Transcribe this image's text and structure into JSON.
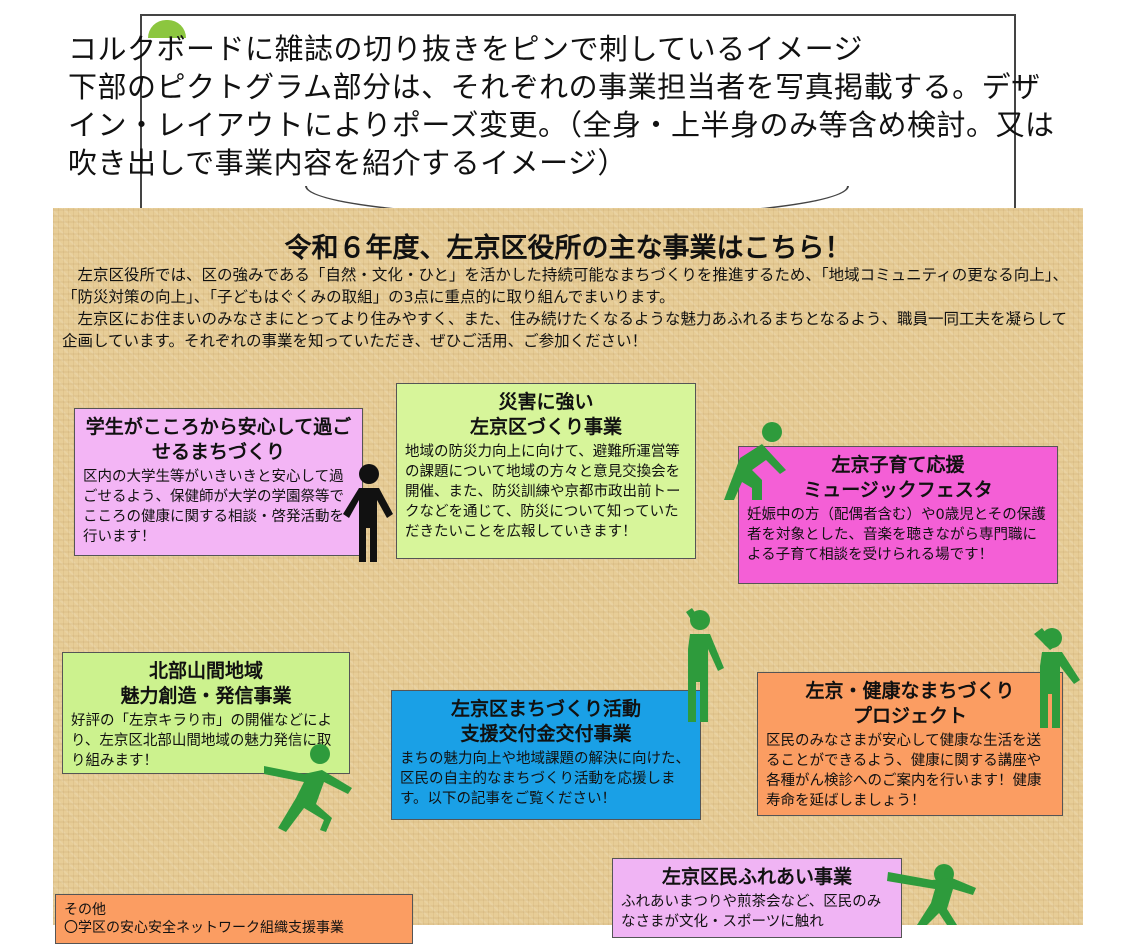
{
  "note": {
    "text": "コルクボードに雑誌の切り抜きをピンで刺しているイメージ\n下部のピクトグラム部分は、それぞれの事業担当者を写真掲載する。デザイン・レイアウトによりポーズ変更。（全身・上半身のみ等含め検討。又は吹き出しで事業内容を紹介するイメージ）"
  },
  "title": "令和６年度、左京区役所の主な事業はこちら！",
  "intro": {
    "p1": "左京区役所では、区の強みである「自然・文化・ひと」を活かした持続可能なまちづくりを推進するため、「地域コミュニティの更なる向上」、「防災対策の向上」、「子どもはぐくみの取組」の3点に重点的に取り組んでまいります。",
    "p2": "左京区にお住まいのみなさまにとってより住みやすく、また、住み続けたくなるような魅力あふれるまちとなるよう、職員一同工夫を凝らして企画しています。それぞれの事業を知っていただき、ぜひご活用、ご参加ください！"
  },
  "cards": {
    "student": {
      "title": "学生がこころから安心して過ごせるまちづくり",
      "body": "区内の大学生等がいきいきと安心して過ごせるよう、保健師が大学の学園祭等でこころの健康に関する相談・啓発活動を行います！"
    },
    "disaster": {
      "title": "災害に強い\n左京区づくり事業",
      "body": "地域の防災力向上に向けて、避難所運営等の課題について地域の方々と意見交換会を開催、また、防災訓練や京都市政出前トークなどを通じて、防災について知っていただきたいことを広報していきます！"
    },
    "music": {
      "title": "左京子育て応援\nミュージックフェスタ",
      "body": "妊娠中の方（配偶者含む）や0歳児とその保護者を対象とした、音楽を聴きながら専門職による子育て相談を受けられる場です！"
    },
    "north": {
      "title": "北部山間地域\n魅力創造・発信事業",
      "body": "好評の「左京キラり市」の開催などにより、左京区北部山間地域の魅力発信に取り組みます！"
    },
    "grant": {
      "title": "左京区まちづくり活動\n支援交付金交付事業",
      "body": "まちの魅力向上や地域課題の解決に向けた、区民の自主的なまちづくり活動を応援します。以下の記事をご覧ください！"
    },
    "health": {
      "title": "左京・健康なまちづくり\nプロジェクト",
      "body": "区民のみなさまが安心して健康な生活を送ることができるよう、健康に関する講座や各種がん検診へのご案内を行います！健康寿命を延ばしましょう！"
    },
    "fureai": {
      "title": "左京区民ふれあい事業",
      "body": "ふれあいまつりや煎茶会など、区民のみなさまが文化・スポーツに触れ"
    },
    "other": {
      "body": "その他\n〇学区の安心安全ネットワーク組織支援事業"
    }
  },
  "colors": {
    "cork": "#e7cd97",
    "figure_green": "#2e9b3c",
    "figure_black": "#111111"
  }
}
